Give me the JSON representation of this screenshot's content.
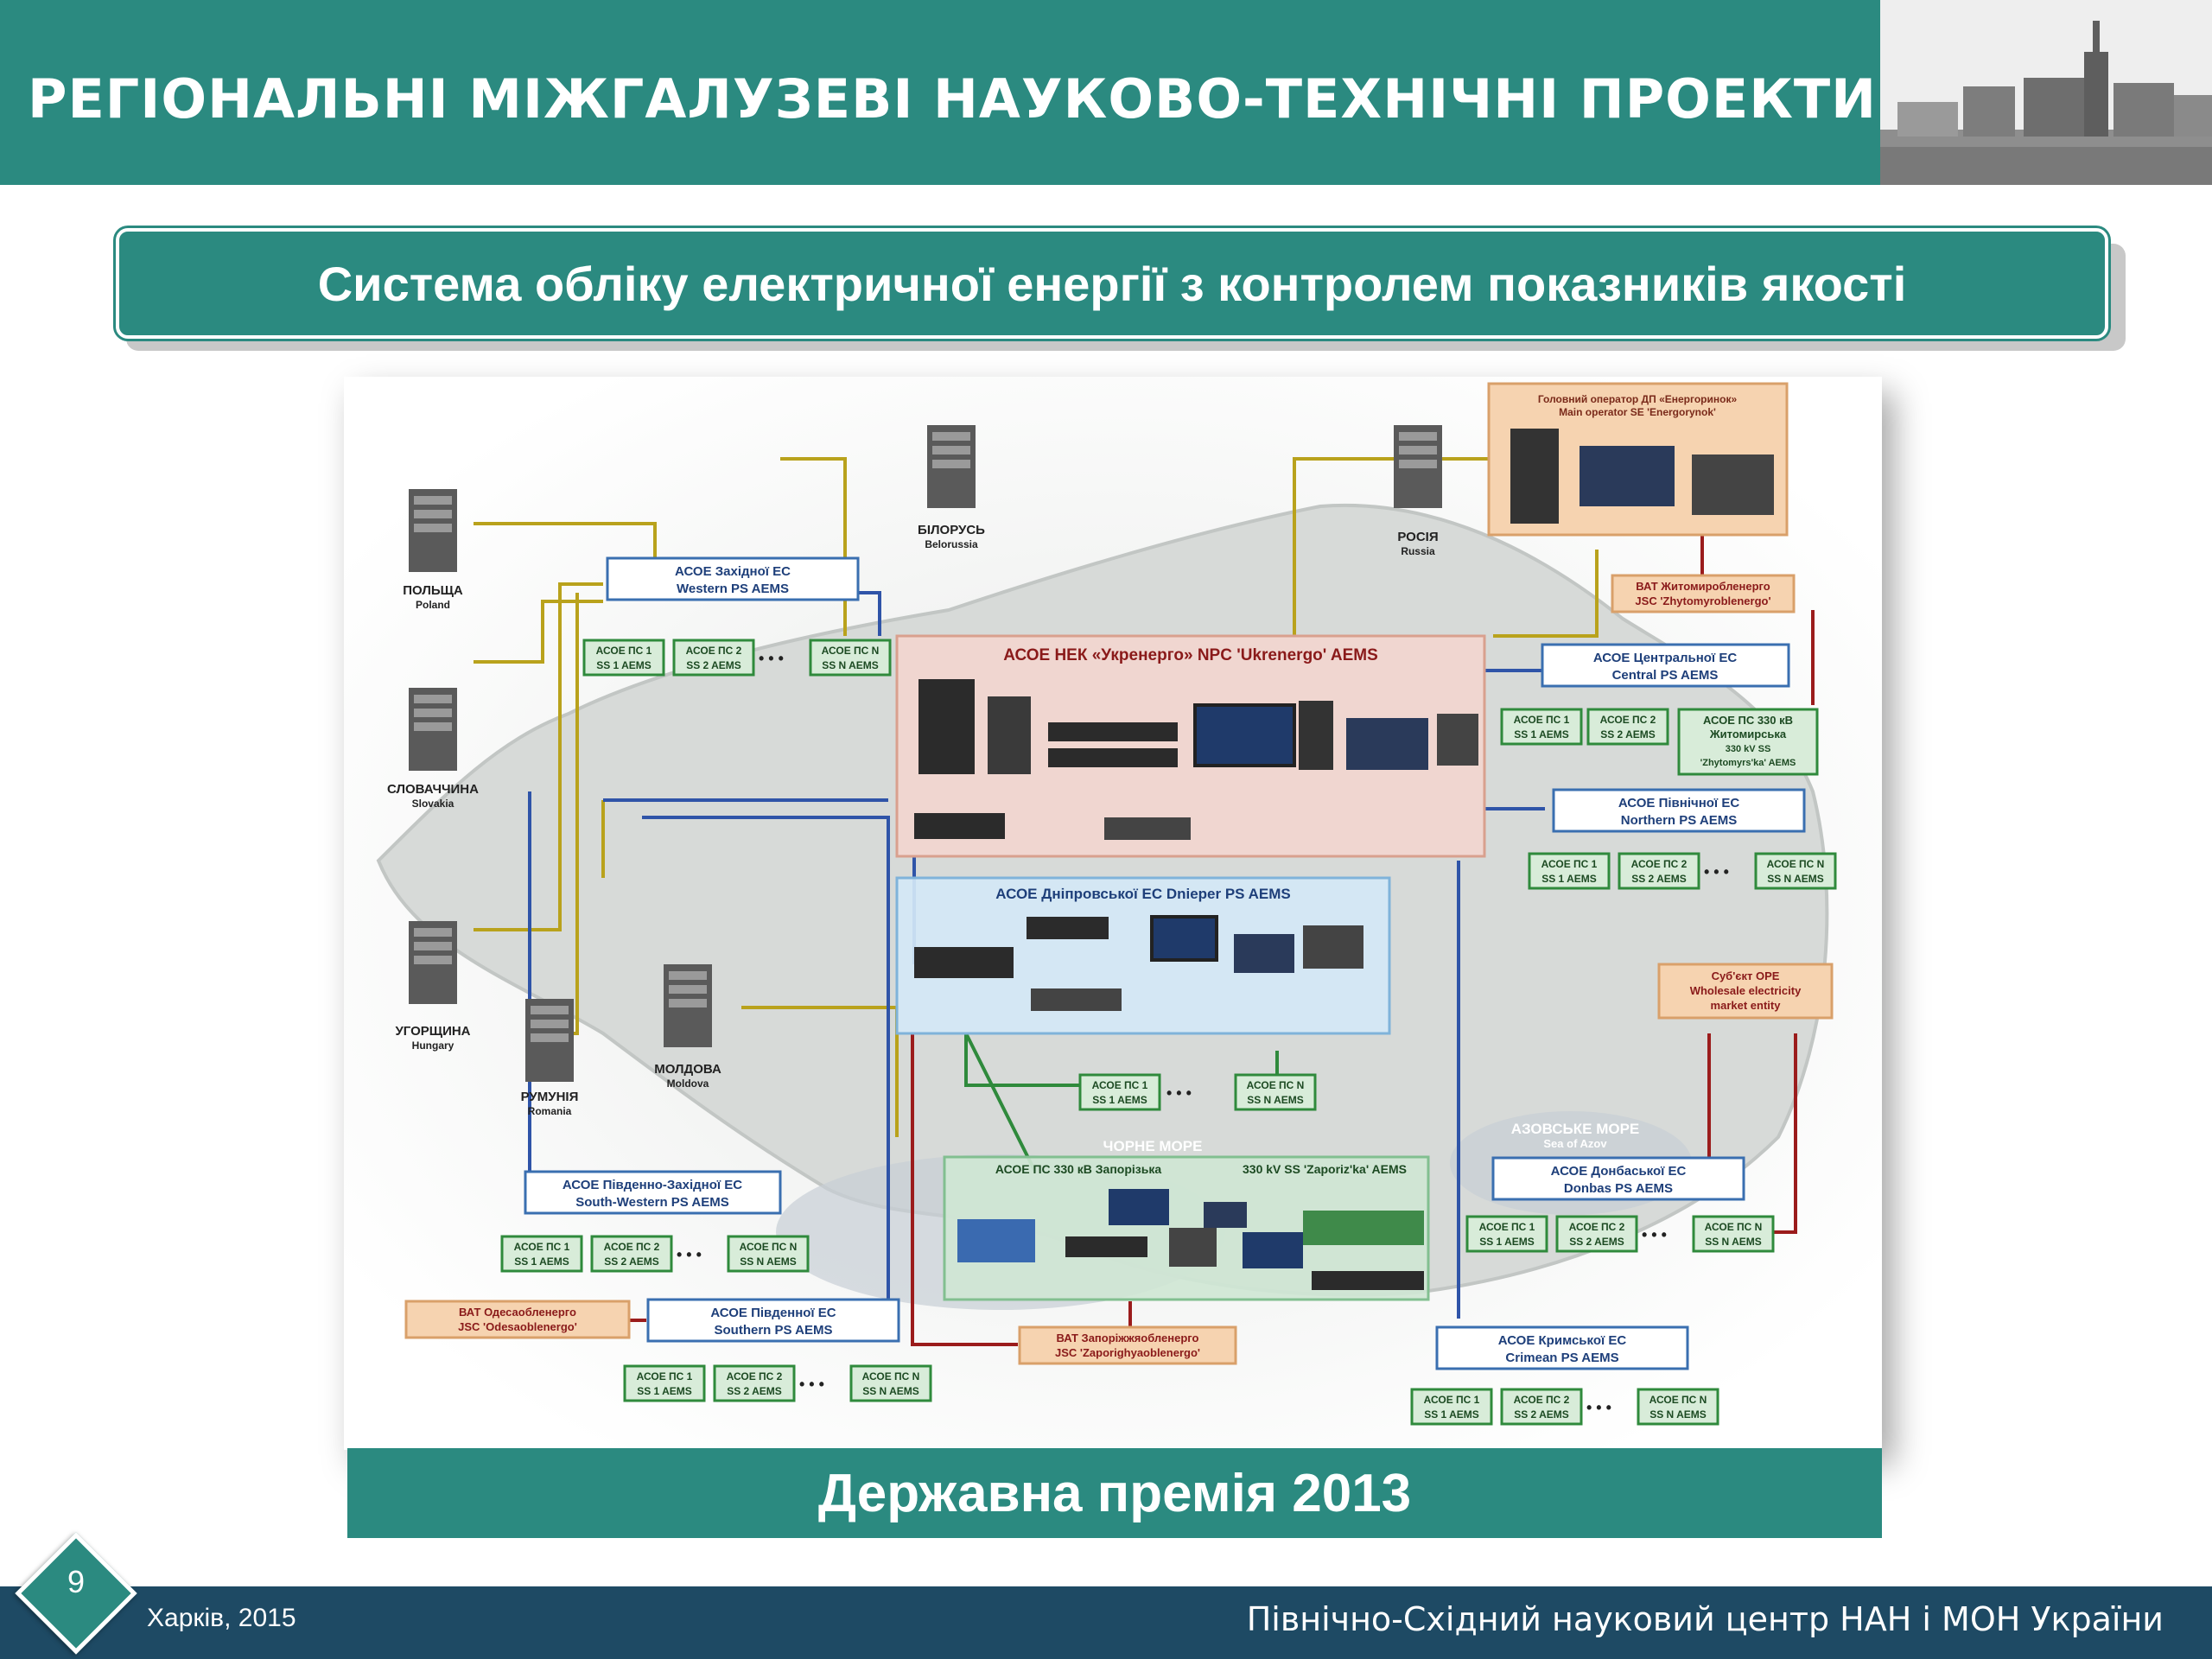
{
  "header": {
    "title": "РЕГІОНАЛЬНІ МІЖГАЛУЗЕВІ НАУКОВО-ТЕХНІЧНІ ПРОЕКТИ"
  },
  "subtitle": "Система обліку електричної енергії з контролем показників якості",
  "diagram": {
    "countries": [
      {
        "ua": "ПОЛЬЩА",
        "en": "Poland"
      },
      {
        "ua": "СЛОВАЧЧИНА",
        "en": "Slovakia"
      },
      {
        "ua": "УГОРЩИНА",
        "en": "Hungary"
      },
      {
        "ua": "РУМУНІЯ",
        "en": "Romania"
      },
      {
        "ua": "МОЛДОВА",
        "en": "Moldova"
      },
      {
        "ua": "БІЛОРУСЬ",
        "en": "Belorussia"
      },
      {
        "ua": "РОСІЯ",
        "en": "Russia"
      }
    ],
    "main_operator": {
      "ua": "Головний оператор ДП «Енергоринок»",
      "en": "Main operator SE 'Energorynok'"
    },
    "center": {
      "title": "АСОЕ НЕК «Укренерго»   NPC 'Ukrenergo' AEMS"
    },
    "dnipro": {
      "title": "АСОЕ Дніпровської ЕС    Dnieper PS AEMS"
    },
    "zaporizka": {
      "title_ua": "АСОЕ ПС 330 кВ Запорізька",
      "title_en": "330 kV SS 'Zaporiz'ka' AEMS"
    },
    "regions": {
      "western": {
        "ua": "АСОЕ Західної ЕС",
        "en": "Western PS AEMS"
      },
      "central": {
        "ua": "АСОЕ Центральної ЕС",
        "en": "Central PS AEMS"
      },
      "northern": {
        "ua": "АСОЕ Північної ЕС",
        "en": "Northern PS AEMS"
      },
      "southwestern": {
        "ua": "АСОЕ Південно-Західної ЕС",
        "en": "South-Western PS AEMS"
      },
      "southern": {
        "ua": "АСОЕ Південної ЕС",
        "en": "Southern PS AEMS"
      },
      "donbas": {
        "ua": "АСОЕ Донбаської ЕС",
        "en": "Donbas PS AEMS"
      },
      "crimean": {
        "ua": "АСОЕ Кримської ЕС",
        "en": "Crimean PS AEMS"
      }
    },
    "substations": {
      "ps1": {
        "ua": "АСОЕ ПС 1",
        "en": "SS 1 AEMS"
      },
      "ps2": {
        "ua": "АСОЕ ПС 2",
        "en": "SS 2 AEMS"
      },
      "psn": {
        "ua": "АСОЕ ПС N",
        "en": "SS N AEMS"
      },
      "zhytomyr": {
        "ua1": "АСОЕ ПС 330 кВ",
        "ua2": "Житомирська",
        "en1": "330 kV SS",
        "en2": "'Zhytomyrs'ka' AEMS"
      },
      "dots": "• • •"
    },
    "companies": {
      "zhytomyr": {
        "ua": "ВАТ Житомиробленерго",
        "en": "JSC 'Zhytomyroblenergo'"
      },
      "odesa": {
        "ua": "ВАТ Одесаобленерго",
        "en": "JSC 'Odesaoblenergo'"
      },
      "zaporizhia": {
        "ua": "ВАТ Запоріжжяобленерго",
        "en": "JSC 'Zaporighyaoblenergo'"
      },
      "wholesale": {
        "ua": "Суб'єкт ОРЕ",
        "en1": "Wholesale electricity",
        "en2": "market entity"
      }
    },
    "seas": {
      "black": {
        "ua": "ЧОРНЕ МОРЕ"
      },
      "azov": {
        "ua": "АЗОВСЬКЕ МОРЕ",
        "en": "Sea of Azov"
      }
    },
    "colors": {
      "olive_link": "#b9a21c",
      "blue_link": "#2f54a8",
      "red_link": "#9b1c1c",
      "green_link": "#2f8a3c",
      "region_border": "#3a6fb0",
      "substation_border": "#2f8a3c",
      "company_fill": "#f6d3b0"
    }
  },
  "award": "Державна премія 2013",
  "footer": {
    "left": "Харків, 2015",
    "right": "Північно-Східний науковий центр НАН і МОН України",
    "page_number": "9"
  }
}
